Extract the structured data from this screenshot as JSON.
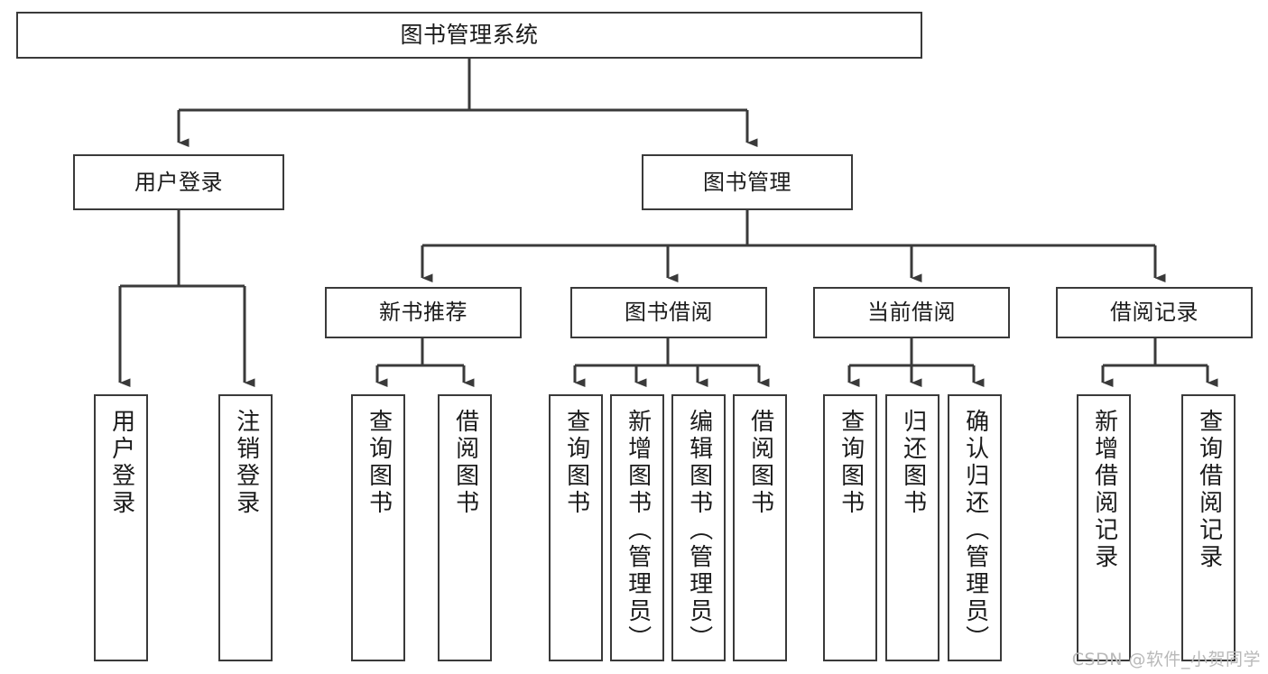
{
  "diagram": {
    "title": "图书管理系统",
    "type": "tree-hierarchy",
    "orientation": "top-down",
    "colors": {
      "box_border": "#3a3a3a",
      "box_fill": "#ffffff",
      "connector": "#3a3a3a",
      "text": "#1b1b1b",
      "watermark": "#b9b9b9",
      "background": "#ffffff"
    }
  },
  "nodes": {
    "root": {
      "label": "图书管理系统"
    },
    "level2": [
      {
        "id": "user-login",
        "label": "用户登录"
      },
      {
        "id": "book-manage",
        "label": "图书管理"
      }
    ],
    "level3": [
      {
        "id": "new-book-recommend",
        "label": "新书推荐"
      },
      {
        "id": "book-borrow",
        "label": "图书借阅"
      },
      {
        "id": "current-borrow",
        "label": "当前借阅"
      },
      {
        "id": "borrow-record",
        "label": "借阅记录"
      }
    ],
    "leaves": {
      "user-login": [
        {
          "id": "leaf-user-login",
          "label": "用户登录"
        },
        {
          "id": "leaf-logout-login",
          "label": "注销登录"
        }
      ],
      "new-book-recommend": [
        {
          "id": "leaf-query-book-1",
          "label": "查询图书"
        },
        {
          "id": "leaf-borrow-book-1",
          "label": "借阅图书"
        }
      ],
      "book-borrow": [
        {
          "id": "leaf-query-book-2",
          "label": "查询图书"
        },
        {
          "id": "leaf-add-book-admin",
          "label": "新增图书（管理员）"
        },
        {
          "id": "leaf-edit-book-admin",
          "label": "编辑图书（管理员）"
        },
        {
          "id": "leaf-borrow-book-2",
          "label": "借阅图书"
        }
      ],
      "current-borrow": [
        {
          "id": "leaf-query-book-3",
          "label": "查询图书"
        },
        {
          "id": "leaf-return-book",
          "label": "归还图书"
        },
        {
          "id": "leaf-confirm-return-admin",
          "label": "确认归还（管理员）"
        }
      ],
      "borrow-record": [
        {
          "id": "leaf-add-borrow-record",
          "label": "新增借阅记录"
        },
        {
          "id": "leaf-query-borrow-record",
          "label": "查询借阅记录"
        }
      ]
    }
  },
  "watermark": {
    "text": "CSDN @软件_小贺同学"
  }
}
